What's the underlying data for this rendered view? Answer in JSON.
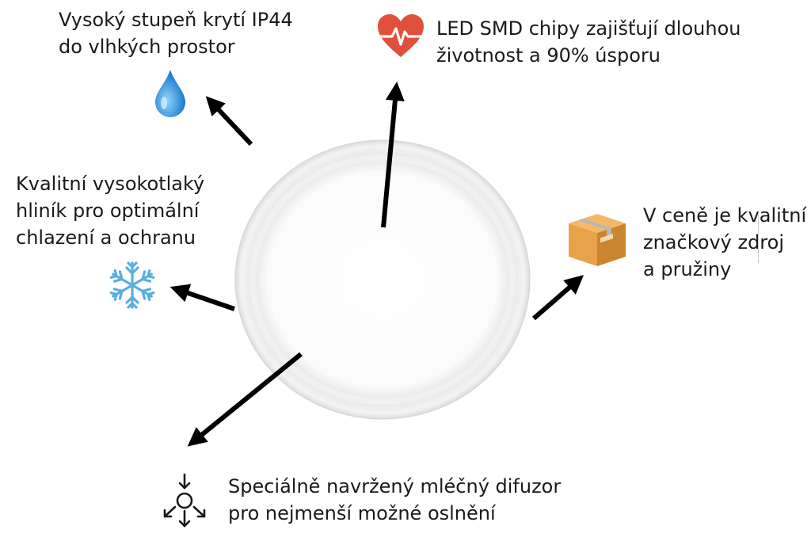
{
  "features": {
    "waterproof": {
      "line1": "Vysoký stupeň krytí IP44",
      "line2": "do vlhkých prostor",
      "icon": "water-drop-icon",
      "color": "#2a8fd6"
    },
    "led": {
      "line1": "LED SMD chipy zajišťují dlouhou",
      "line2": "životnost a 90% úsporu",
      "icon": "heart-pulse-icon",
      "color": "#e0503c"
    },
    "aluminium": {
      "line1": "Kvalitní vysokotlaký",
      "line2": "hliník pro optimální",
      "line3": "chlazení a ochranu",
      "icon": "snowflake-icon",
      "color": "#5aaee0"
    },
    "driver": {
      "line1": "V ceně je kvalitní",
      "line2": "značkový zdroj",
      "line3": "a pružiny",
      "icon": "box-icon",
      "color": "#e8a24a"
    },
    "diffuser": {
      "line1": "Speciálně navržený mléčný difuzor",
      "line2": "pro nejmenší možné oslnění",
      "icon": "diffuse-light-icon",
      "color": "#1a1a1a"
    }
  }
}
